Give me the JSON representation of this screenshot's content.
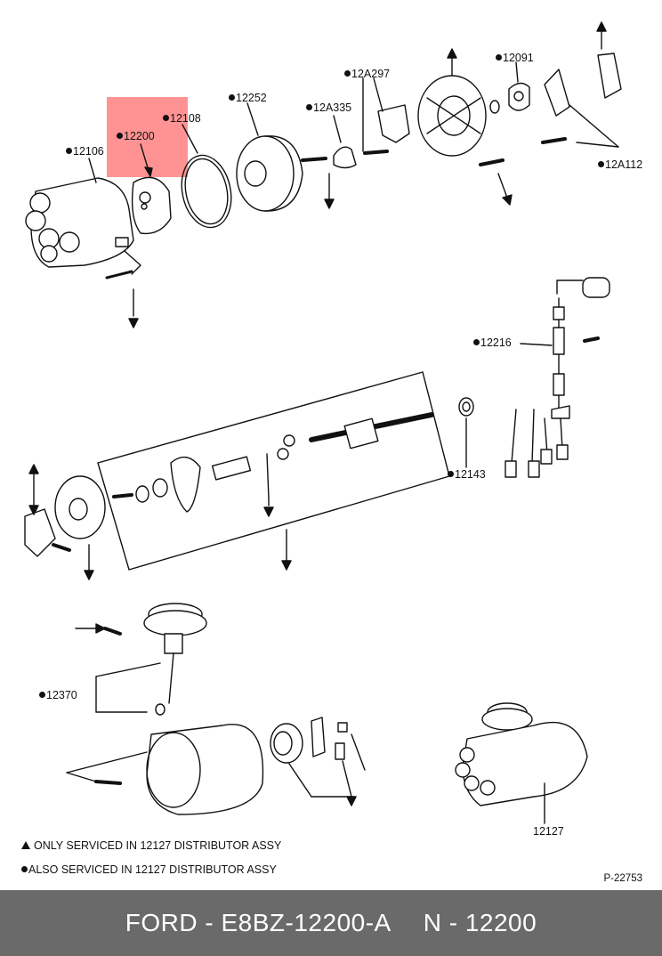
{
  "labels": {
    "l12106": "12106",
    "l12200": "12200",
    "l12108": "12108",
    "l12252": "12252",
    "l12A335": "12A335",
    "l12A297": "12A297",
    "l12091": "12091",
    "l12A112": "12A112",
    "l12216": "12216",
    "l12143": "12143",
    "l12370": "12370",
    "l12127": "12127"
  },
  "legend": {
    "triangle_note": "ONLY SERVICED IN 12127 DISTRIBUTOR ASSY",
    "dot_note": "ALSO SERVICED IN 12127 DISTRIBUTOR ASSY"
  },
  "figure_code": "P-22753",
  "footer": {
    "part_number": "FORD - E8BZ-12200-A",
    "group_number": "N - 12200"
  },
  "colors": {
    "highlight": "#ff5050",
    "footer_bg": "#6a6a6a",
    "line": "#111111"
  }
}
